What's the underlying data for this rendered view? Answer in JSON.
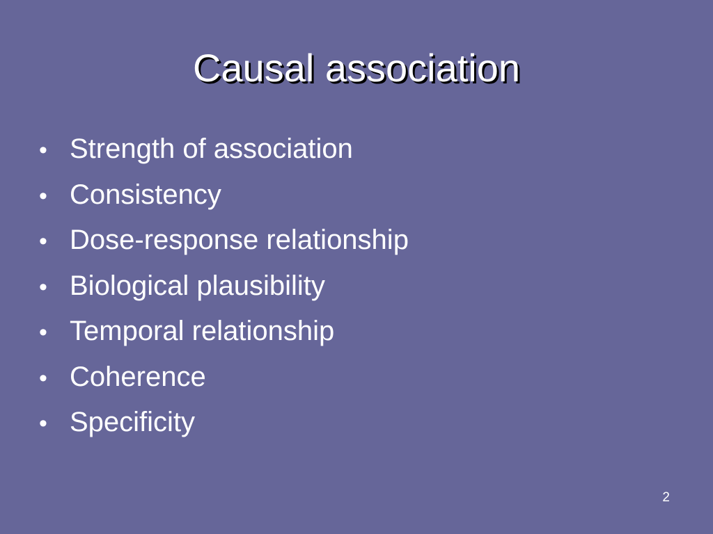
{
  "slide": {
    "title": "Causal association",
    "bullet_symbol": "•",
    "bullets": [
      "Strength of association",
      "Consistency",
      "Dose-response relationship",
      "Biological plausibility",
      "Temporal relationship",
      "Coherence",
      "Specificity"
    ],
    "slide_number": "2",
    "colors": {
      "background": "#666699",
      "text": "#ffffff",
      "title_shadow": "#000000"
    }
  }
}
